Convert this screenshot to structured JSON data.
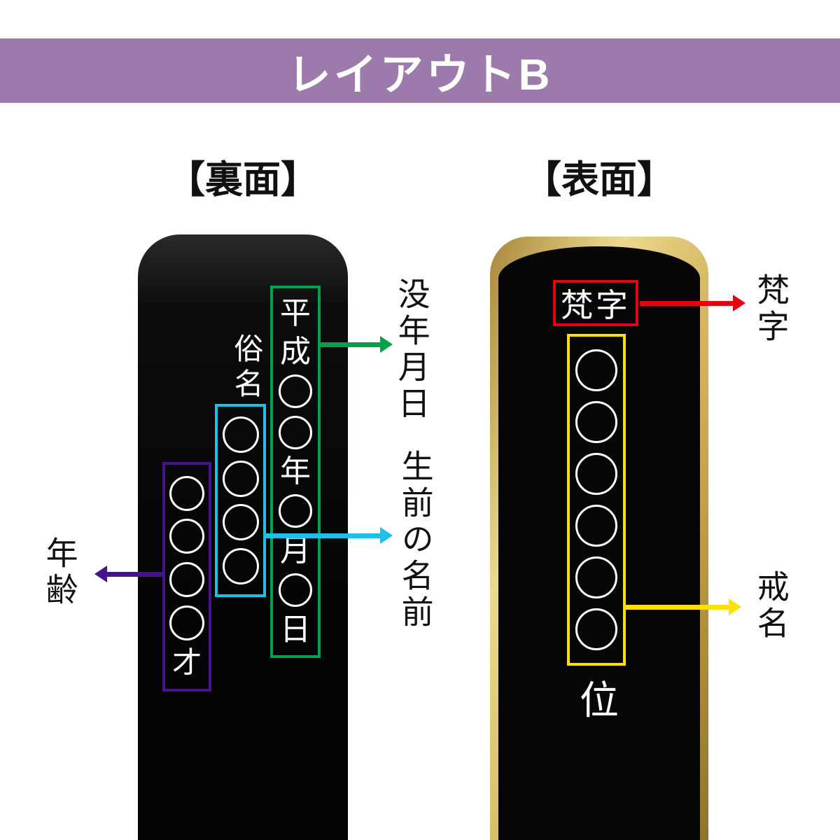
{
  "header": {
    "title": "レイアウトB",
    "bg_color": "#9c7aab"
  },
  "back": {
    "title": "【裏面】",
    "zokumyo_label": "俗名",
    "date_box": {
      "chars": [
        "平",
        "成",
        "年",
        "月",
        "日"
      ],
      "circle_count": 4,
      "border_color": "#00a14b",
      "label": "没年月日"
    },
    "name_box": {
      "circle_count": 4,
      "border_color": "#1fc0e8",
      "label": "生前の名前"
    },
    "age_box": {
      "circle_count": 4,
      "suffix": "才",
      "border_color": "#43148c",
      "label": "年齢"
    }
  },
  "front": {
    "title": "【表面】",
    "bonji_box": {
      "text": "梵字",
      "border_color": "#e60012",
      "label": "梵字"
    },
    "kaimyo_box": {
      "circle_count": 6,
      "border_color": "#ffe100",
      "label": "戒名"
    },
    "rank_char": "位"
  },
  "colors": {
    "header_purple": "#9c7aab",
    "green": "#00a14b",
    "cyan": "#1fc0e8",
    "dark_purple": "#43148c",
    "red": "#e60012",
    "yellow": "#ffe100",
    "gold": "#cfae57",
    "tablet_black": "#0a0a0a"
  }
}
